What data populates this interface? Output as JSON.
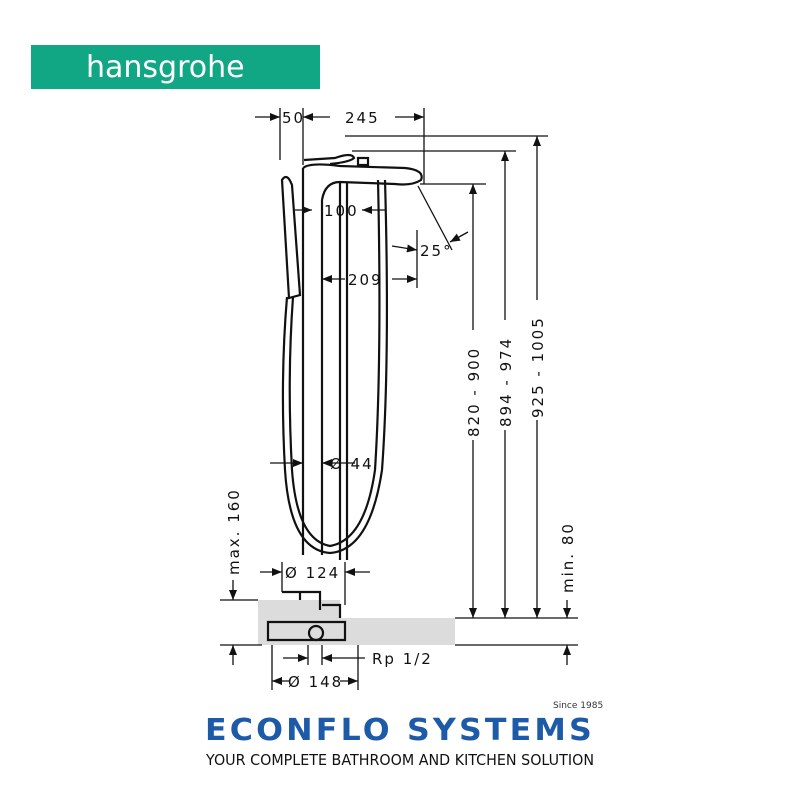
{
  "brand": {
    "name": "hansgrohe",
    "color": "#12a784"
  },
  "dimensions": {
    "d50": "50",
    "d245": "245",
    "d100": "100",
    "d25": "25°",
    "d209": "209",
    "d44": "Ø 44",
    "h820": "820 - 900",
    "h894": "894 - 974",
    "h925": "925 - 1005",
    "max160": "max. 160",
    "min80": "min. 80",
    "d124": "Ø 124",
    "d148": "Ø 148",
    "rp": "Rp 1/2"
  },
  "footer": {
    "company": "ECONFLO SYSTEMS",
    "since": "Since 1985",
    "tagline": "YOUR COMPLETE BATHROOM AND KITCHEN SOLUTION",
    "color": "#1d5ba8"
  }
}
